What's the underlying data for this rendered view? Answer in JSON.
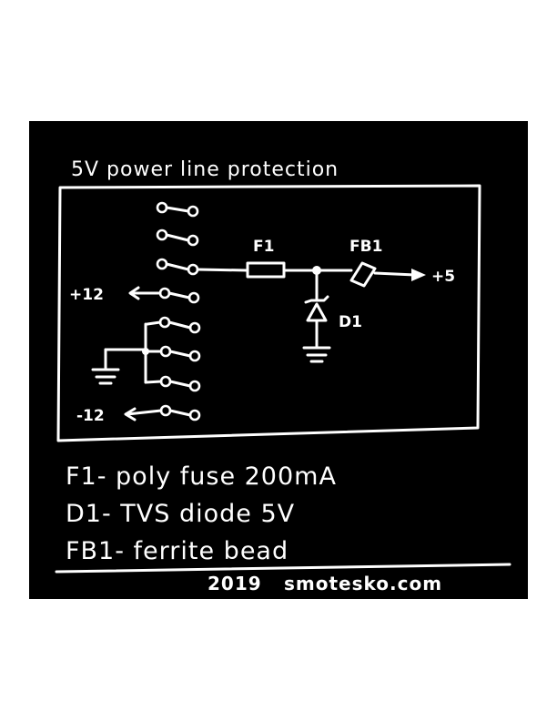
{
  "title": "5V power line protection",
  "labels": {
    "fuse": "F1",
    "bead": "FB1",
    "diode": "D1",
    "plus12": "+12",
    "minus12": "-12",
    "plus5": "+5"
  },
  "legend": [
    "F1- poly fuse 200mA",
    "D1- TVS diode 5V",
    "FB1- ferrite bead"
  ],
  "credit": {
    "year": "2019",
    "site": "smotesko.com"
  },
  "colors": {
    "background": "#000000",
    "ink": "#ffffff",
    "page": "#ffffff"
  }
}
